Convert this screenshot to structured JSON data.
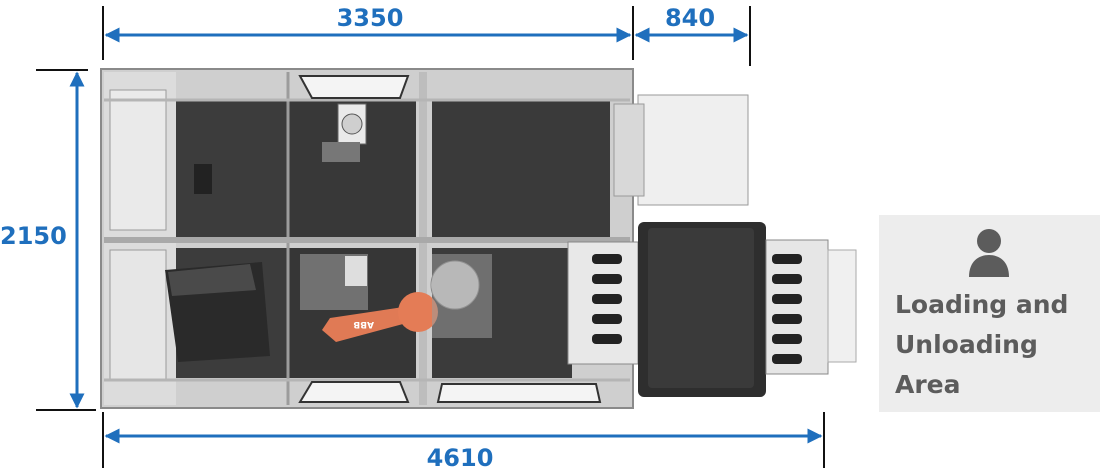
{
  "dimensions": {
    "top_length_1": "3350",
    "top_length_2": "840",
    "side_width": "2150",
    "total_length": "4610"
  },
  "loading_area": {
    "label": "Loading and\nUnloading\nArea",
    "icon": "person-icon"
  },
  "robot_brand": "ABB",
  "colors": {
    "dimension": "#1f6fbd",
    "area_bg": "#ededed",
    "area_text": "#5c5c5c"
  }
}
